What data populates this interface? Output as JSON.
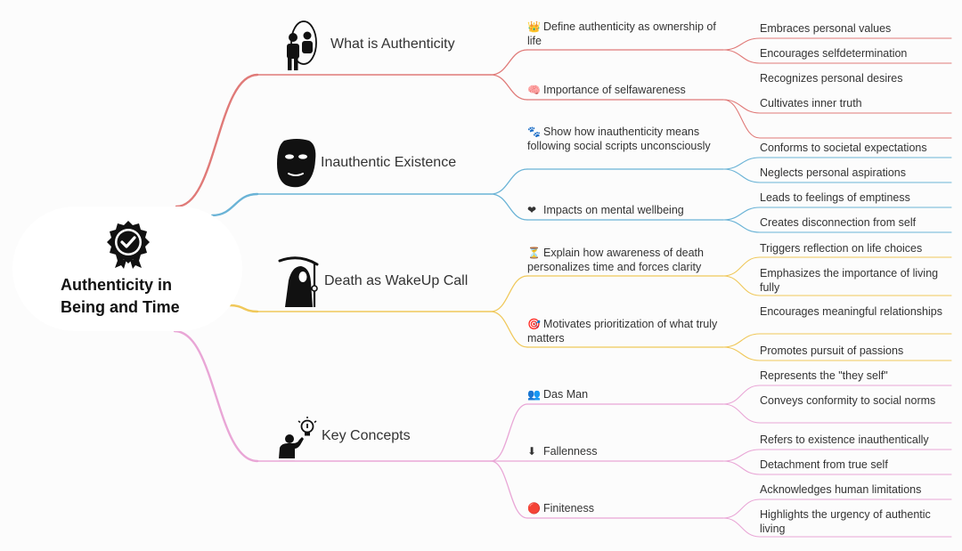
{
  "center": {
    "title": "Authenticity in\nBeing and Time",
    "icon": "badge-check-icon"
  },
  "branches": [
    {
      "label": "What is Authenticity",
      "color": "#e07a78",
      "icon": "two-people-icon",
      "children": [
        {
          "emoji": "👑",
          "text": "Define authenticity as ownership of life",
          "leaves": [
            "Embraces personal values",
            "Encourages selfdetermination"
          ]
        },
        {
          "emoji": "🧠",
          "text": "Importance of selfawareness",
          "leaves": [
            "Recognizes personal desires",
            "Cultivates inner truth"
          ]
        }
      ]
    },
    {
      "label": "Inauthentic Existence",
      "color": "#6ab3d6",
      "icon": "mask-icon",
      "children": [
        {
          "emoji": "🐾",
          "text": "Show how inauthenticity means following social scripts unconsciously",
          "leaves": [
            "Conforms to societal expectations",
            "Neglects personal aspirations"
          ]
        },
        {
          "emoji": "❤",
          "text": "Impacts on mental wellbeing",
          "leaves": [
            "Leads to feelings of emptiness",
            "Creates disconnection from self"
          ]
        }
      ]
    },
    {
      "label": "Death as WakeUp Call",
      "color": "#f0c85a",
      "icon": "grim-reaper-icon",
      "children": [
        {
          "emoji": "⏳",
          "text": "Explain how awareness of death personalizes time and forces clarity",
          "leaves": [
            "Triggers reflection on life choices",
            "Emphasizes the importance of living fully"
          ]
        },
        {
          "emoji": "🎯",
          "text": "Motivates prioritization of what truly matters",
          "leaves": [
            "Encourages meaningful relationships",
            "Promotes pursuit of passions"
          ]
        }
      ]
    },
    {
      "label": "Key Concepts",
      "color": "#e9a6d6",
      "icon": "idea-person-icon",
      "children": [
        {
          "emoji": "👥",
          "text": "Das Man",
          "leaves": [
            "Represents the \"they self\"",
            "Conveys conformity to social norms"
          ]
        },
        {
          "emoji": "⬇",
          "text": "Fallenness",
          "leaves": [
            "Refers to existence inauthentically",
            "Detachment from true self"
          ]
        },
        {
          "emoji": "🔴",
          "text": "Finiteness",
          "leaves": [
            "Acknowledges human limitations",
            "Highlights the urgency of authentic living"
          ]
        }
      ]
    }
  ]
}
